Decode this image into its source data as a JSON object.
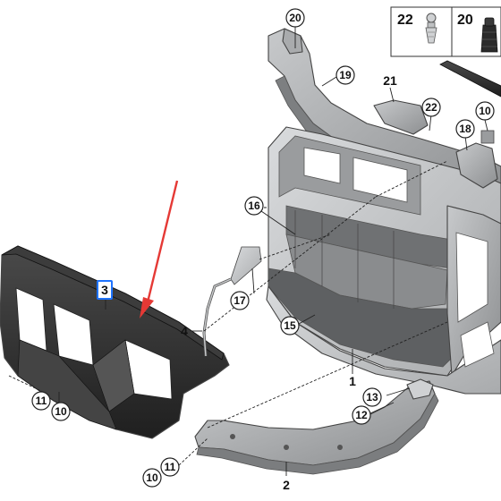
{
  "accent_colors": {
    "arrow": "#e53935",
    "highlight": "#1e73ff",
    "part_dark": "#2f2f2f",
    "part_mid": "#8a8c8e",
    "part_light": "#b9bbbd"
  },
  "legend_box": {
    "items": [
      {
        "number": "22",
        "icon": "clip-icon"
      },
      {
        "number": "20",
        "icon": "grommet-icon"
      }
    ]
  },
  "labels": {
    "p20_top": "20",
    "p19": "19",
    "p21": "21",
    "p22": "22",
    "p10_right": "10",
    "p18": "18",
    "p16": "16",
    "p3": "3",
    "p17": "17",
    "p4": "4",
    "p15": "15",
    "p1": "1",
    "p11_left": "11",
    "p10_left": "10",
    "p13": "13",
    "p12": "12",
    "p10_bottom": "10",
    "p11_bottom": "11",
    "p2": "2"
  }
}
